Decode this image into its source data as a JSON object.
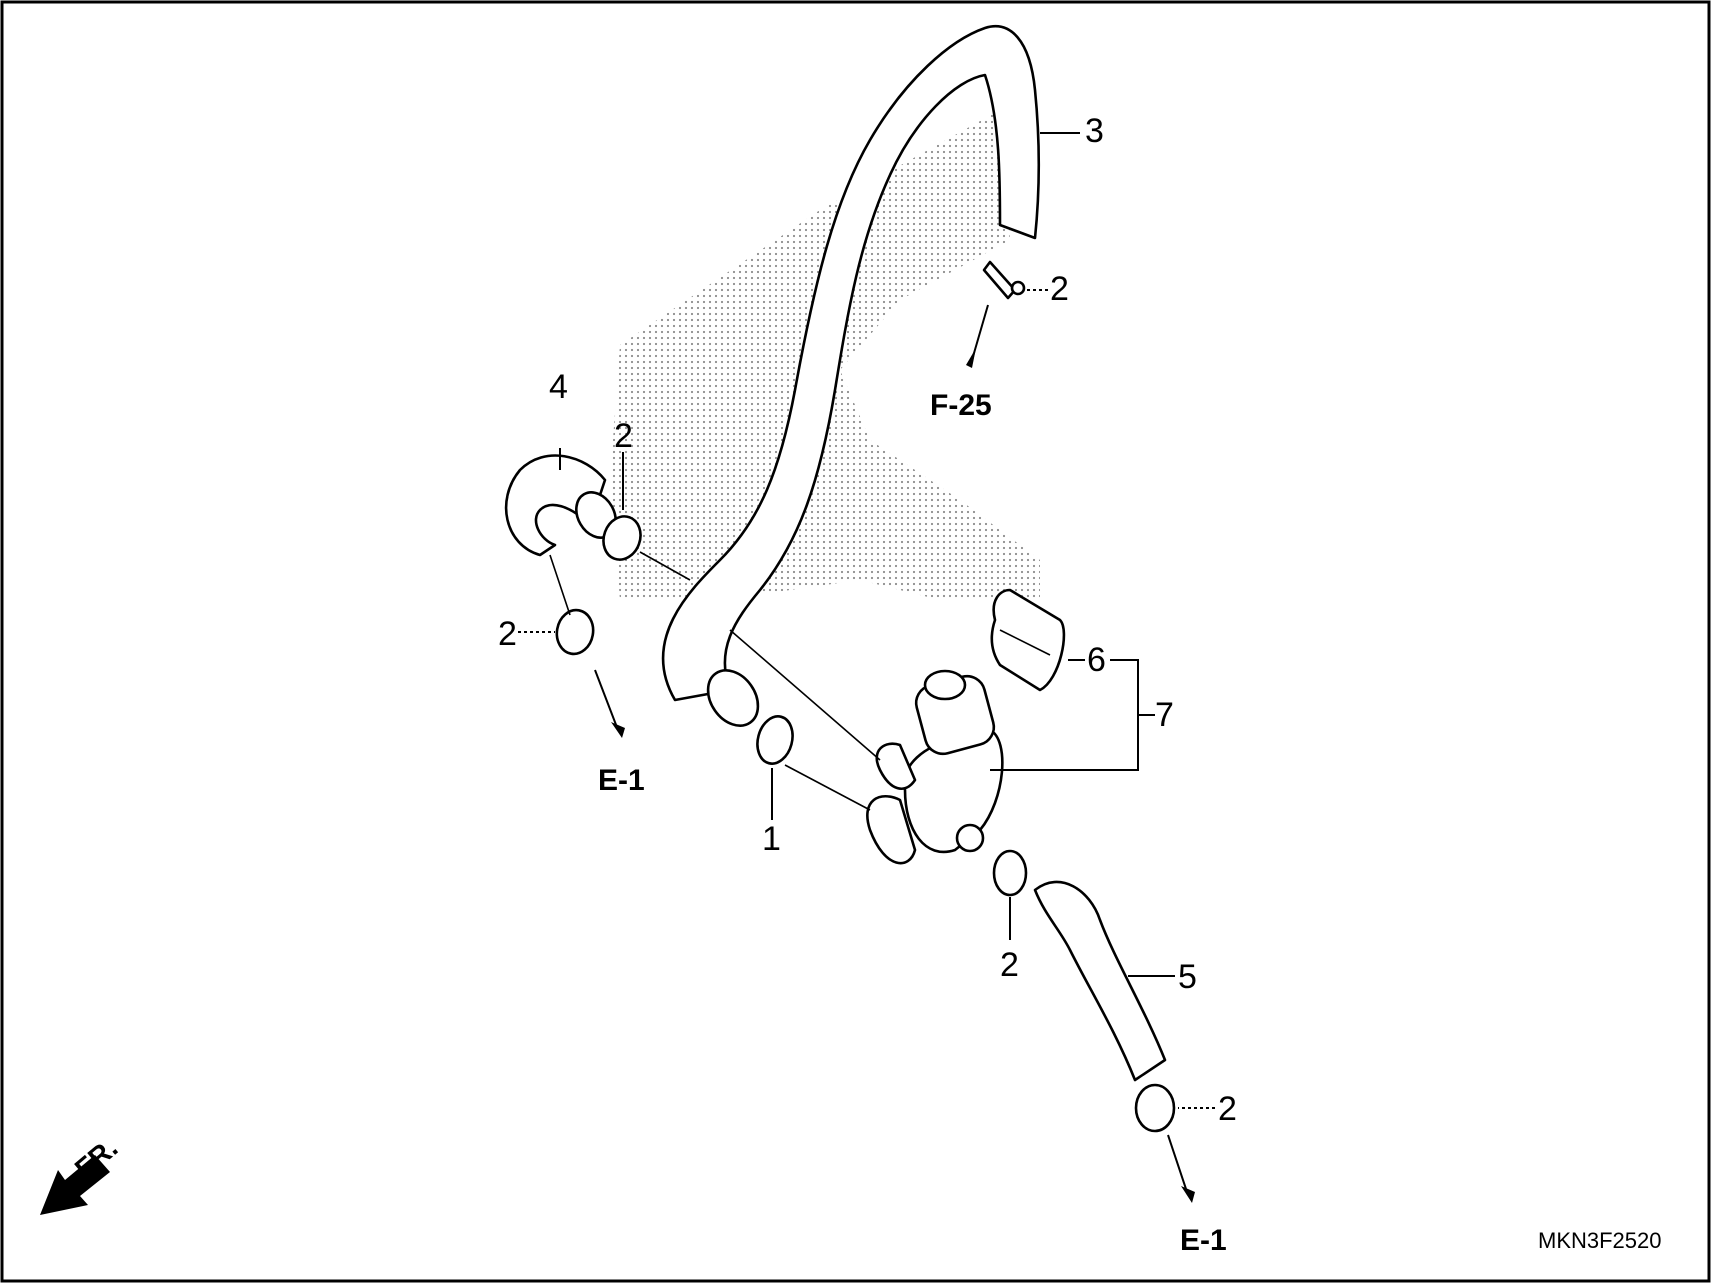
{
  "diagram": {
    "labels": {
      "part_1": "1",
      "part_2": "2",
      "part_3": "3",
      "part_4": "4",
      "part_5": "5",
      "part_6": "6",
      "part_7": "7"
    },
    "refs": {
      "f25": "F-25",
      "e1": "E-1"
    },
    "direction": "FR.",
    "drawing_code": "MKN3F2520"
  }
}
